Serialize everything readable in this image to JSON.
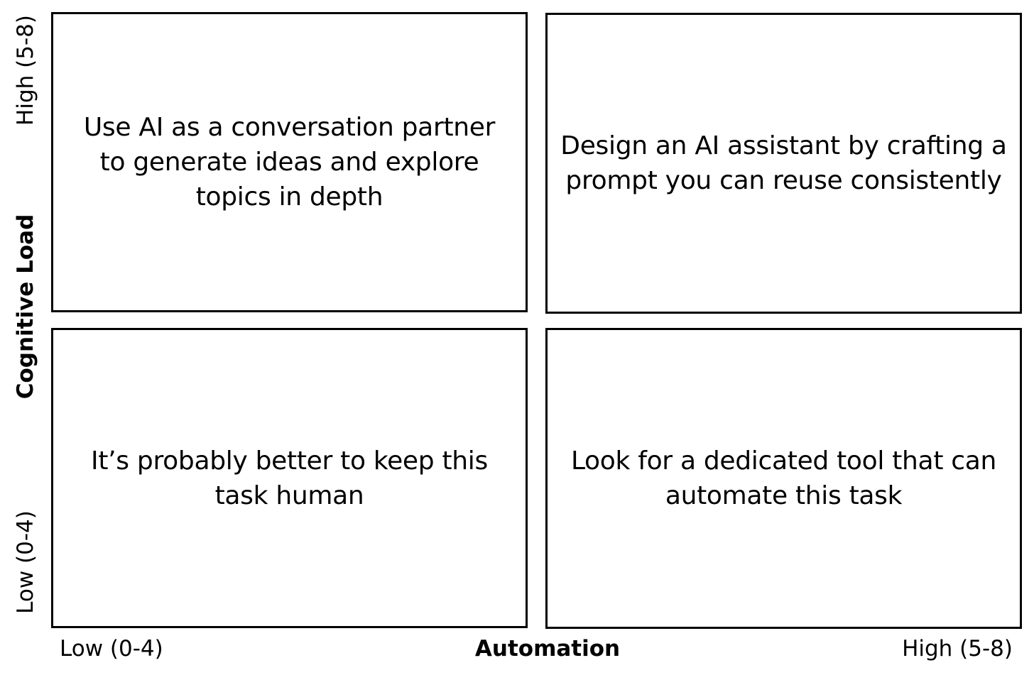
{
  "quadrants": {
    "top_left": "Use AI as a conversation partner to generate ideas and explore topics in depth",
    "top_right": "Design an AI assistant by crafting a prompt you can reuse consistently",
    "bottom_left": "It’s probably better to keep this task human",
    "bottom_right": "Look for a dedicated tool that can automate this task"
  },
  "x_axis": {
    "title": "Automation",
    "low_label": "Low (0-4)",
    "high_label": "High (5-8)"
  },
  "y_axis": {
    "title": "Cognitive Load",
    "low_label": "Low (0-4)",
    "high_label": "High (5-8)"
  }
}
